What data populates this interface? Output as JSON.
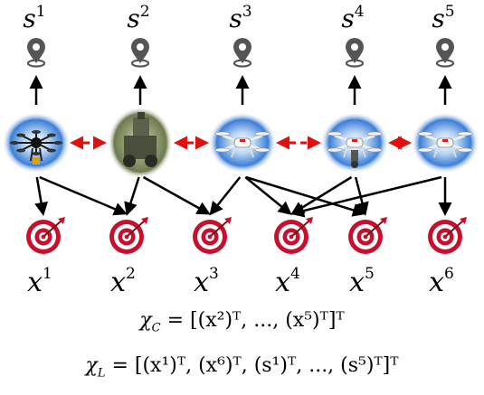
{
  "agents": [
    {
      "state_label": "s",
      "state_index": "1",
      "drone": "octocopter-drone"
    },
    {
      "state_label": "s",
      "state_index": "2",
      "drone": "ground-robot"
    },
    {
      "state_label": "s",
      "state_index": "3",
      "drone": "quadcopter-drone"
    },
    {
      "state_label": "s",
      "state_index": "4",
      "drone": "camera-quadcopter-drone"
    },
    {
      "state_label": "s",
      "state_index": "5",
      "drone": "quadcopter-drone"
    }
  ],
  "targets": [
    {
      "label": "x",
      "index": "1"
    },
    {
      "label": "x",
      "index": "2"
    },
    {
      "label": "x",
      "index": "3"
    },
    {
      "label": "x",
      "index": "4"
    },
    {
      "label": "x",
      "index": "5"
    },
    {
      "label": "x",
      "index": "6"
    }
  ],
  "icons": {
    "state": "location-pin-icon",
    "target": "bullseye-target-icon"
  },
  "colors": {
    "communication_link": "#e01010",
    "measurement_arrow": "#000000",
    "target_red": "#c8102e",
    "pin_gray": "#555555",
    "agent_glow": "#2a6fd0"
  },
  "formulas": {
    "chi_c": {
      "lhs": "χ",
      "lhs_sub": "C",
      "text": " = [(x²)ᵀ, ..., (x⁵)ᵀ]ᵀ"
    },
    "chi_l": {
      "lhs": "χ",
      "lhs_sub": "L",
      "text": " = [(x¹)ᵀ, (x⁶)ᵀ, (s¹)ᵀ, ..., (s⁵)ᵀ]ᵀ"
    }
  }
}
